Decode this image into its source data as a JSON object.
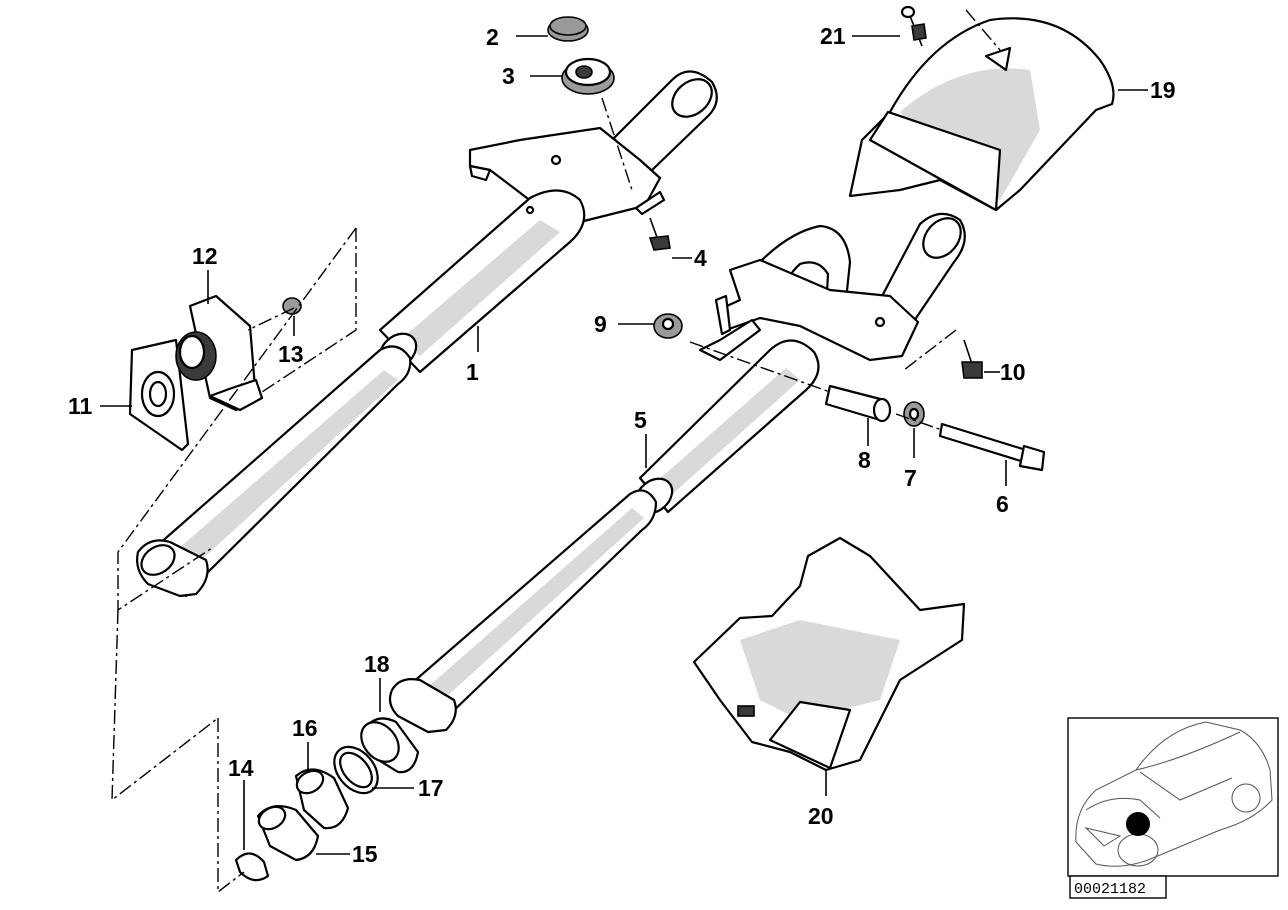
{
  "diagram": {
    "callouts": [
      {
        "id": "1",
        "label": "1"
      },
      {
        "id": "2",
        "label": "2"
      },
      {
        "id": "3",
        "label": "3"
      },
      {
        "id": "4",
        "label": "4"
      },
      {
        "id": "5",
        "label": "5"
      },
      {
        "id": "6",
        "label": "6"
      },
      {
        "id": "7",
        "label": "7"
      },
      {
        "id": "8",
        "label": "8"
      },
      {
        "id": "9",
        "label": "9"
      },
      {
        "id": "10",
        "label": "10"
      },
      {
        "id": "11",
        "label": "11"
      },
      {
        "id": "12",
        "label": "12"
      },
      {
        "id": "13",
        "label": "13"
      },
      {
        "id": "14",
        "label": "14"
      },
      {
        "id": "15",
        "label": "15"
      },
      {
        "id": "16",
        "label": "16"
      },
      {
        "id": "17",
        "label": "17"
      },
      {
        "id": "18",
        "label": "18"
      },
      {
        "id": "19",
        "label": "19"
      },
      {
        "id": "20",
        "label": "20"
      },
      {
        "id": "21",
        "label": "21"
      }
    ],
    "reference_number": "00021182",
    "colors": {
      "line": "#000000",
      "fill": "#ffffff",
      "marker": "#000000"
    }
  }
}
